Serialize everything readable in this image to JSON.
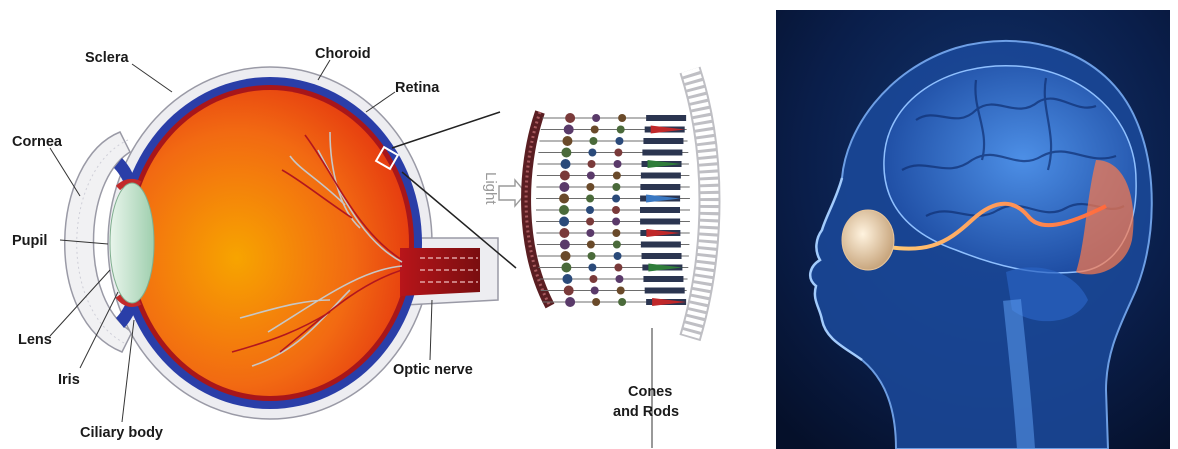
{
  "eye_diagram": {
    "labels": {
      "sclera": "Sclera",
      "choroid": "Choroid",
      "retina": "Retina",
      "cornea": "Cornea",
      "pupil": "Pupil",
      "lens": "Lens",
      "iris": "Iris",
      "ciliary_body": "Ciliary body",
      "optic_nerve": "Optic nerve",
      "light": "Light",
      "cones_and_rods_line1": "Cones",
      "cones_and_rods_line2": "and Rods"
    },
    "colors": {
      "sclera": "#2a3ea8",
      "choroid_rim": "#8a1c1c",
      "interior_outer": "#e8321a",
      "interior_inner": "#f7a400",
      "lens": "#cfe8d8",
      "cornea_fill": "#f1f1f3"
    }
  },
  "brain_illustration": {
    "colors": {
      "background": "#0a1a3a",
      "glow": "#3a7bd5",
      "visual_pathway": "#ffb347",
      "visual_cortex": "#ff7a4a"
    }
  }
}
